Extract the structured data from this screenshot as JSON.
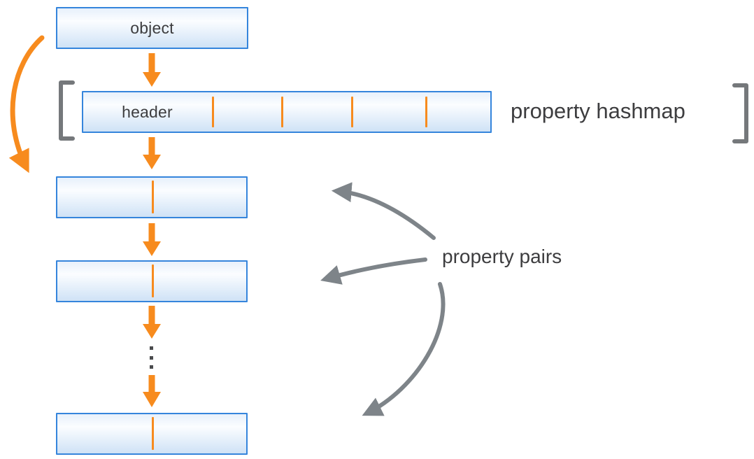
{
  "diagram": {
    "object_node": {
      "label": "object"
    },
    "hashmap": {
      "header_label": "header",
      "label": "property hashmap",
      "slot_count": 5,
      "divider_count": 4,
      "bracketed": true
    },
    "property_pairs": {
      "label": "property pairs",
      "visible_boxes": 3,
      "cells_per_box": 2,
      "ellipsis_dots": 3,
      "pointer_arrows": 3
    },
    "colors": {
      "orange_accent": "#f78b1e",
      "box_border_blue": "#3585dc",
      "box_fill_top": "#e7f0fb",
      "box_fill_mid": "#fbfdff",
      "box_fill_bottom": "#cfe2f6",
      "gray_arrow": "#7e8489",
      "bracket_gray": "#75787b",
      "text": "#3d3d3f",
      "dot": "#4a4b4d",
      "background": "#ffffff"
    }
  }
}
